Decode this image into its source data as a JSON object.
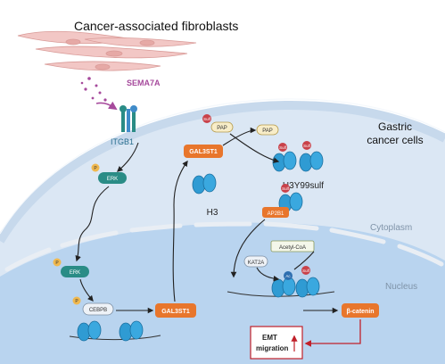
{
  "title": "Cancer-associated fibroblasts",
  "ligand": "SEMA7A",
  "receptor": "ITGB1",
  "cell_label_1": "Gastric",
  "cell_label_2": "cancer cells",
  "compartments": {
    "cytoplasm": "Cytoplasm",
    "nucleus": "Nucleus"
  },
  "nodes": {
    "erk_membrane": "ERK",
    "erk_nuclear": "ERK",
    "cebpb": "CEBPB",
    "gal3st1_nuclear": "GAL3ST1",
    "gal3st1_cytoplasm": "GAL3ST1",
    "pap_left": "PAP",
    "pap_right": "PAP",
    "h3": "H3",
    "h3_sulf": "H3Y99sulf",
    "ap2b1": "AP2B1",
    "kat2a": "KAT2A",
    "acetyl_coa": "Acetyl-CoA",
    "beta_catenin": "β-catenin"
  },
  "mods": {
    "phospho": "P",
    "sulf": "Sulf",
    "acetyl": "Ac"
  },
  "outcome": {
    "line1": "EMT",
    "line2": "migration"
  },
  "colors": {
    "orange": "#e8762c",
    "teal": "#2a8c86",
    "blue_histone": "#2f9bd3",
    "cell_fill": "#dbe7f4",
    "nucleus_fill": "#b9d4ef",
    "fibroblast": "#f2c7c5",
    "sema7a": "#a64a9c",
    "red": "#c0202a"
  }
}
